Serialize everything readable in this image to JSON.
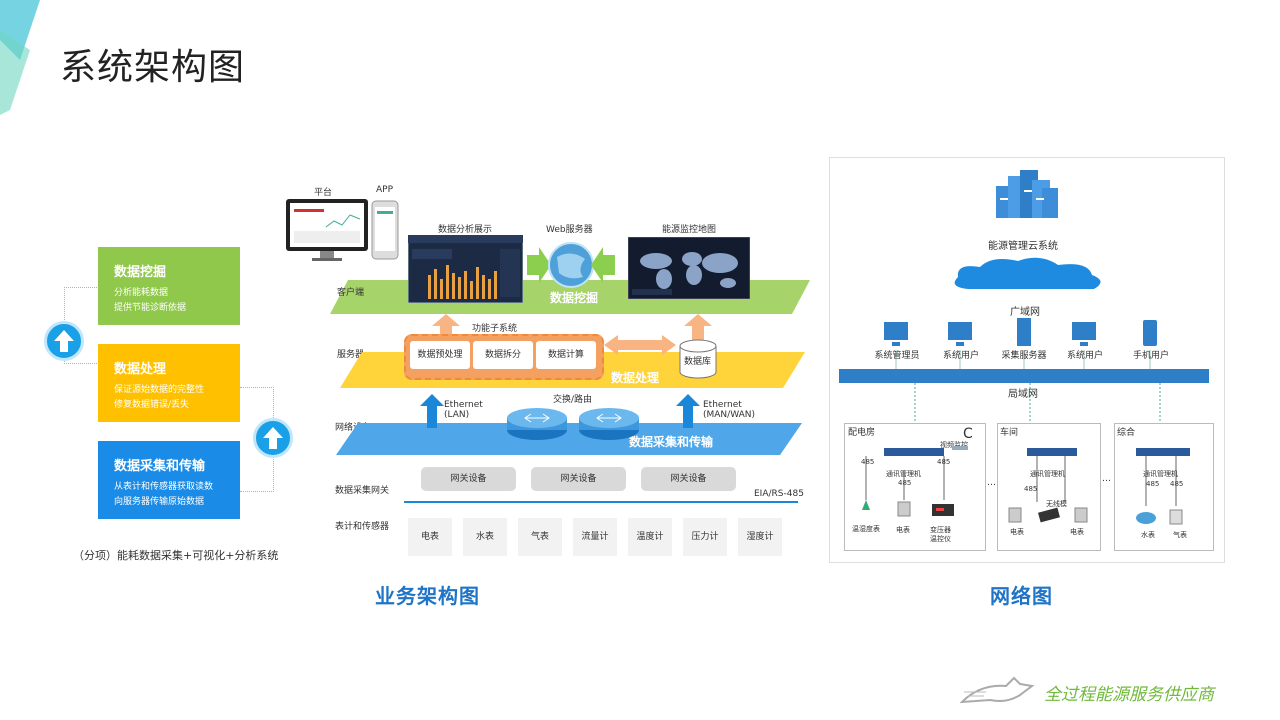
{
  "page": {
    "title": "系统架构图",
    "footer_brand": "全过程能源服务供应商"
  },
  "left": {
    "cards": [
      {
        "title": "数据挖掘",
        "lines": [
          "分析能耗数据",
          "提供节能诊断依据"
        ],
        "color": "#8fc84a"
      },
      {
        "title": "数据处理",
        "lines": [
          "保证源始数据的完整性",
          "修复数据错误/丢失"
        ],
        "color": "#ffc000"
      },
      {
        "title": "数据采集和传输",
        "lines": [
          "从表计和传感器获取读数",
          "向服务器传输原始数据"
        ],
        "color": "#1a8be6"
      }
    ],
    "subtitle": "（分项）能耗数据采集+可视化+分析系统"
  },
  "business": {
    "caption": "业务架构图",
    "top_labels": {
      "platform": "平台",
      "app": "APP",
      "analysis": "数据分析展示",
      "web": "Web服务器",
      "map": "能源监控地图"
    },
    "layer_labels": [
      "客户端",
      "服务器",
      "网络设备",
      "数据采集网关",
      "表计和传感器"
    ],
    "bands": {
      "mining": "数据挖掘",
      "processing": "数据处理",
      "collect": "数据采集和传输"
    },
    "subsystem": "功能子系统",
    "processes": [
      "数据预处理",
      "数据拆分",
      "数据计算"
    ],
    "database": "数据库",
    "network": {
      "switch": "交换/路由",
      "lan": [
        "Ethernet",
        "(LAN)"
      ],
      "wan": [
        "Ethernet",
        "(MAN/WAN)"
      ]
    },
    "gateways": [
      "网关设备",
      "网关设备",
      "网关设备"
    ],
    "bus": "EIA/RS-485",
    "sensors": [
      "电表",
      "水表",
      "气表",
      "流量计",
      "温度计",
      "压力计",
      "湿度计"
    ]
  },
  "network": {
    "caption": "网络图",
    "cloud": "能源管理云系统",
    "wan": "广域网",
    "lan": "局域网",
    "users": [
      "系统管理员",
      "系统用户",
      "采集服务器",
      "系统用户",
      "手机用户"
    ],
    "rooms": [
      {
        "name": "配电房",
        "manager": "通讯管理机",
        "ports": [
          "485",
          "485",
          "485"
        ],
        "extra": "视频监控",
        "devices": [
          "温湿度表",
          "电表",
          "变压器",
          "温控仪"
        ]
      },
      {
        "name": "车间",
        "manager": "通讯管理机",
        "ports": [
          "485"
        ],
        "extra": "无线模",
        "devices": [
          "电表",
          "电表"
        ]
      },
      {
        "name": "综合",
        "manager": "通讯管理机",
        "ports": [
          "485",
          "485"
        ],
        "devices": [
          "水表",
          "气表"
        ]
      }
    ],
    "ellipsis": "…",
    "camera_letter": "C"
  }
}
